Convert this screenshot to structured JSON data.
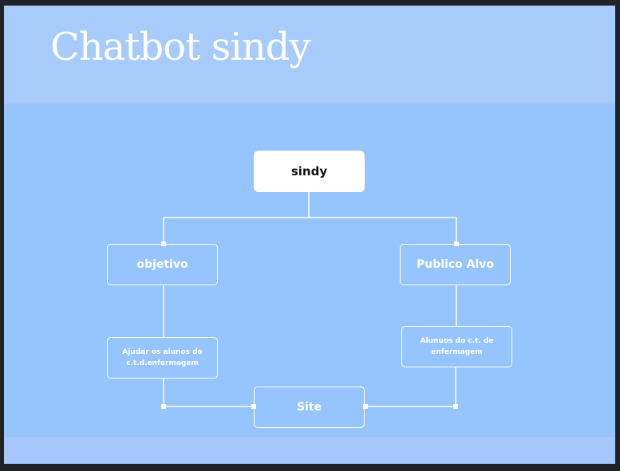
{
  "slide": {
    "title": "Chatbot sindy"
  },
  "diagram": {
    "root": "sindy",
    "left_branch": {
      "heading": "objetivo",
      "detail_line1": "Ajudar os alunos do",
      "detail_line2": "c.t.d.enfermagem"
    },
    "right_branch": {
      "heading": "Publico Alvo",
      "detail_line1": "Alunuos do c.t. de",
      "detail_line2": "enfermagem"
    },
    "bottom": "Site"
  },
  "colors": {
    "background": "#96c4fd",
    "header": "#a7cbfa",
    "line": "#ffffff",
    "root_fill": "#ffffff"
  }
}
